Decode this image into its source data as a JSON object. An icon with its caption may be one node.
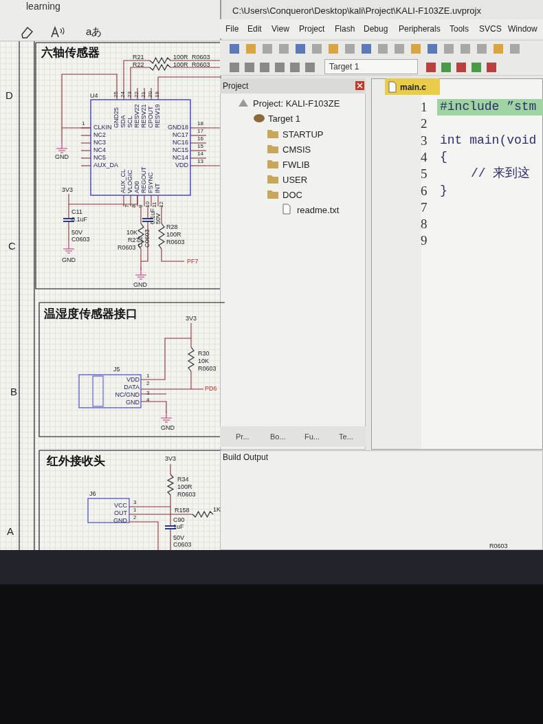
{
  "diagram": {
    "labels": [
      "learning",
      "aあ",
      "六轴传感器",
      "D",
      "R21",
      "100R",
      "R0603",
      "R22",
      "100R",
      "R0603",
      "U4",
      "25",
      "24",
      "23",
      "22",
      "21",
      "20",
      "19",
      "GND25",
      "SDA",
      "SCL",
      "RESV22",
      "RESV21",
      "CPOUT",
      "RESV19",
      "1",
      "CLKIN",
      "NC2",
      "NC3",
      "NC4",
      "NC5",
      "AUX_DA",
      "GND18",
      "NC17",
      "NC16",
      "NC15",
      "NC14",
      "VDD",
      "18",
      "17",
      "16",
      "15",
      "14",
      "13",
      "GND",
      "AUX_CL",
      "VLOGIC",
      "AD0",
      "REGOUT",
      "FSYNC",
      "INT",
      "7",
      "8",
      "9",
      "10",
      "11",
      "12",
      "3V3",
      "C11",
      "0.1uF",
      "50V",
      "C0603",
      "GND",
      "C",
      "C12",
      "0.1uF",
      "50V",
      "C0603",
      "10K",
      "R27",
      "R0603",
      "R28",
      "100R",
      "R0603",
      "PF7",
      "GND",
      "温湿度传感器接口",
      "3V3",
      "R30",
      "10K",
      "J5",
      "R0603",
      "VDD",
      "DATA",
      "NC/GND",
      "GND",
      "1",
      "2",
      "3",
      "4",
      "PD6",
      "B",
      "GND",
      "红外接收头",
      "3V3",
      "R34",
      "100R",
      "J6",
      "R0603",
      "VCC",
      "OUT",
      "GND",
      "3",
      "1",
      "2",
      "R158",
      "1K",
      "C90",
      "1uF",
      "50V",
      "C0603",
      "A",
      "C:\\Users\\Conqueror\\Desktop\\kali\\Project\\KALI-F103ZE.uvprojx",
      "File",
      "Edit",
      "View",
      "Project",
      "Flash",
      "Debug",
      "Peripherals",
      "Tools",
      "SVCS",
      "Window",
      "Target 1",
      "Project",
      "Project: KALI-F103ZE",
      "Target 1",
      "STARTUP",
      "CMSIS",
      "FWLIB",
      "USER",
      "DOC",
      "readme.txt",
      "Pr...",
      "Bo...",
      "Fu...",
      "Te...",
      "Build Output",
      "main.c",
      "1",
      "2",
      "3",
      "4",
      "5",
      "6",
      "7",
      "8",
      "9",
      "#include ”stm",
      "int main(void",
      "{",
      "// 来到这",
      "}",
      "R0603"
    ]
  }
}
